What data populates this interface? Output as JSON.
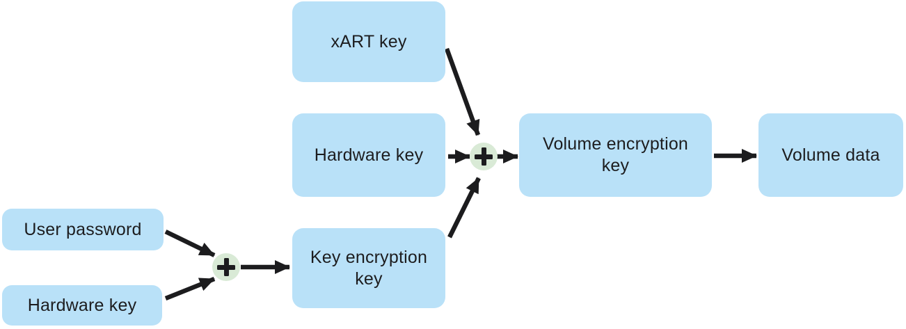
{
  "colors": {
    "node_fill": "#b9e1f8",
    "combine_fill": "#d9ead6",
    "arrow": "#1c1c1e",
    "text": "#1d1d1f"
  },
  "nodes": [
    {
      "id": "xart-key",
      "label": "xART key"
    },
    {
      "id": "hardware-key-middle",
      "label": "Hardware key"
    },
    {
      "id": "user-password",
      "label": "User password"
    },
    {
      "id": "hardware-key-bottom",
      "label": "Hardware key"
    },
    {
      "id": "key-encryption-key",
      "label": "Key encryption key"
    },
    {
      "id": "volume-encryption-key",
      "label": "Volume encryption key"
    },
    {
      "id": "volume-data",
      "label": "Volume data"
    }
  ],
  "operators": [
    {
      "id": "combine-1",
      "symbol": "+"
    },
    {
      "id": "combine-2",
      "symbol": "+"
    }
  ],
  "edges": [
    {
      "from": "xart-key",
      "to": "combine-1"
    },
    {
      "from": "hardware-key-middle",
      "to": "combine-1"
    },
    {
      "from": "key-encryption-key",
      "to": "combine-1"
    },
    {
      "from": "combine-1",
      "to": "volume-encryption-key"
    },
    {
      "from": "volume-encryption-key",
      "to": "volume-data"
    },
    {
      "from": "user-password",
      "to": "combine-2"
    },
    {
      "from": "hardware-key-bottom",
      "to": "combine-2"
    },
    {
      "from": "combine-2",
      "to": "key-encryption-key"
    }
  ]
}
